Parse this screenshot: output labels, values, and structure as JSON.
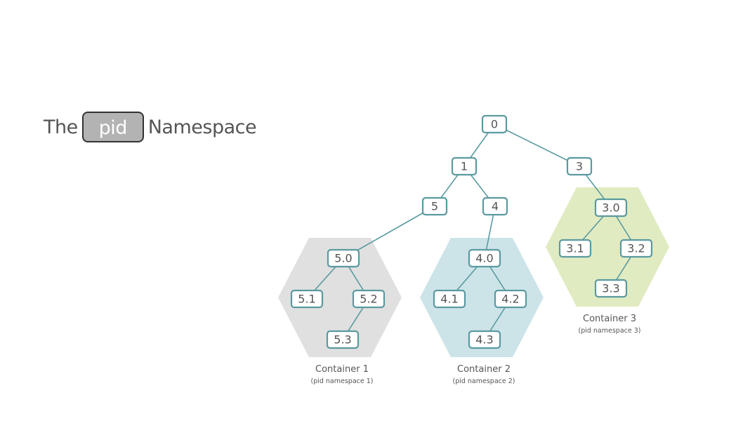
{
  "title": {
    "prefix": "The",
    "badge": "pid",
    "suffix": "Namespace"
  },
  "colors": {
    "edge": "#5a9aa0",
    "container1": "#e0e0e0",
    "container2": "#cce4e8",
    "container3": "#e1ebc1"
  },
  "nodes": [
    {
      "id": "0",
      "label": "0"
    },
    {
      "id": "1",
      "label": "1"
    },
    {
      "id": "3",
      "label": "3"
    },
    {
      "id": "5",
      "label": "5"
    },
    {
      "id": "4",
      "label": "4"
    },
    {
      "id": "5.0",
      "label": "5.0"
    },
    {
      "id": "5.1",
      "label": "5.1"
    },
    {
      "id": "5.2",
      "label": "5.2"
    },
    {
      "id": "5.3",
      "label": "5.3"
    },
    {
      "id": "4.0",
      "label": "4.0"
    },
    {
      "id": "4.1",
      "label": "4.1"
    },
    {
      "id": "4.2",
      "label": "4.2"
    },
    {
      "id": "4.3",
      "label": "4.3"
    },
    {
      "id": "3.0",
      "label": "3.0"
    },
    {
      "id": "3.1",
      "label": "3.1"
    },
    {
      "id": "3.2",
      "label": "3.2"
    },
    {
      "id": "3.3",
      "label": "3.3"
    }
  ],
  "edges": [
    [
      "0",
      "1"
    ],
    [
      "0",
      "3"
    ],
    [
      "1",
      "5"
    ],
    [
      "1",
      "4"
    ],
    [
      "3",
      "3.0"
    ],
    [
      "5",
      "5.0"
    ],
    [
      "4",
      "4.0"
    ],
    [
      "5.0",
      "5.1"
    ],
    [
      "5.0",
      "5.2"
    ],
    [
      "5.2",
      "5.3"
    ],
    [
      "4.0",
      "4.1"
    ],
    [
      "4.0",
      "4.2"
    ],
    [
      "4.2",
      "4.3"
    ],
    [
      "3.0",
      "3.1"
    ],
    [
      "3.0",
      "3.2"
    ],
    [
      "3.2",
      "3.3"
    ]
  ],
  "containers": [
    {
      "id": "c1",
      "name": "Container 1",
      "sub": "(pid namespace 1)"
    },
    {
      "id": "c2",
      "name": "Container 2",
      "sub": "(pid namespace 2)"
    },
    {
      "id": "c3",
      "name": "Container 3",
      "sub": "(pid namespace 3)"
    }
  ]
}
